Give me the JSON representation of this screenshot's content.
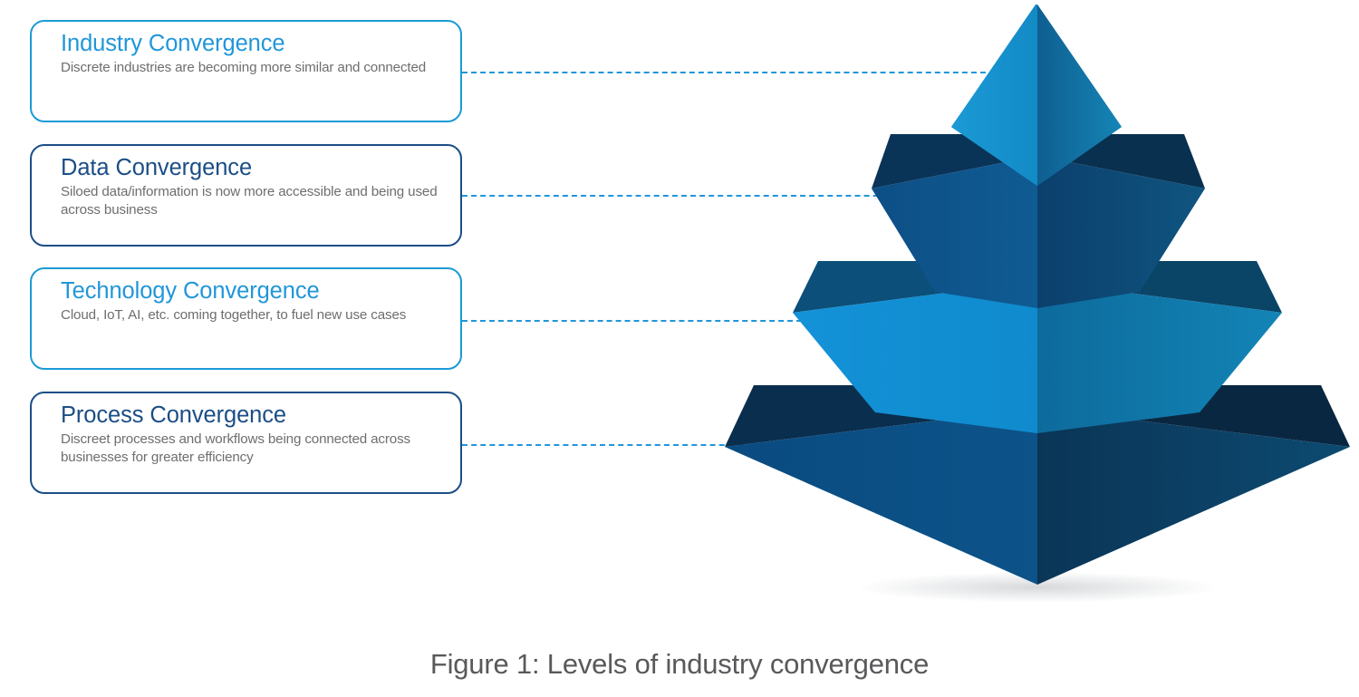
{
  "figure": {
    "caption": "Figure 1: Levels of industry convergence",
    "background_color": "#ffffff"
  },
  "colors": {
    "accent_light_blue": "#2196d9",
    "accent_dark_navy": "#1b4e86",
    "description_gray": "#6d6e70",
    "caption_gray": "#58595b",
    "connector_blue": "#2196d9"
  },
  "cards": [
    {
      "title": "Industry Convergence",
      "description": "Discrete industries are becoming more similar and connected",
      "accent": "#2196d9",
      "border": "#1b9ad6"
    },
    {
      "title": "Data Convergence",
      "description": "Siloed data/information is now more accessible and being used across business",
      "accent": "#1b4e86",
      "border": "#1b4e86"
    },
    {
      "title": "Technology Convergence",
      "description": "Cloud, IoT, AI, etc. coming together, to fuel new use cases",
      "accent": "#2196d9",
      "border": "#1b9ad6"
    },
    {
      "title": "Process Convergence",
      "description": "Discreet processes and workflows being connected across businesses for greater efficiency",
      "accent": "#1b4e86",
      "border": "#1b4e86"
    }
  ],
  "pyramid": {
    "tier_count": 4,
    "tiers": [
      {
        "level": 1,
        "position": "apex",
        "linked_card": "Industry Convergence",
        "left_face_color": "#1b9ad6",
        "right_face_color": "#1176ac",
        "bevel_color": "#0b3f63"
      },
      {
        "level": 2,
        "position": "upper-middle",
        "linked_card": "Data Convergence",
        "left_face_color": "#0e5289",
        "right_face_color": "#0d4a76",
        "bevel_color": "#0a3457"
      },
      {
        "level": 3,
        "position": "lower-middle",
        "linked_card": "Technology Convergence",
        "left_face_color": "#1190d6",
        "right_face_color": "#0f78aa",
        "bevel_color": "#0b4f7a"
      },
      {
        "level": 4,
        "position": "base",
        "linked_card": "Process Convergence",
        "left_face_color": "#0b4e85",
        "right_face_color": "#0c4068",
        "bevel_color": "#0a2e4d"
      }
    ]
  }
}
